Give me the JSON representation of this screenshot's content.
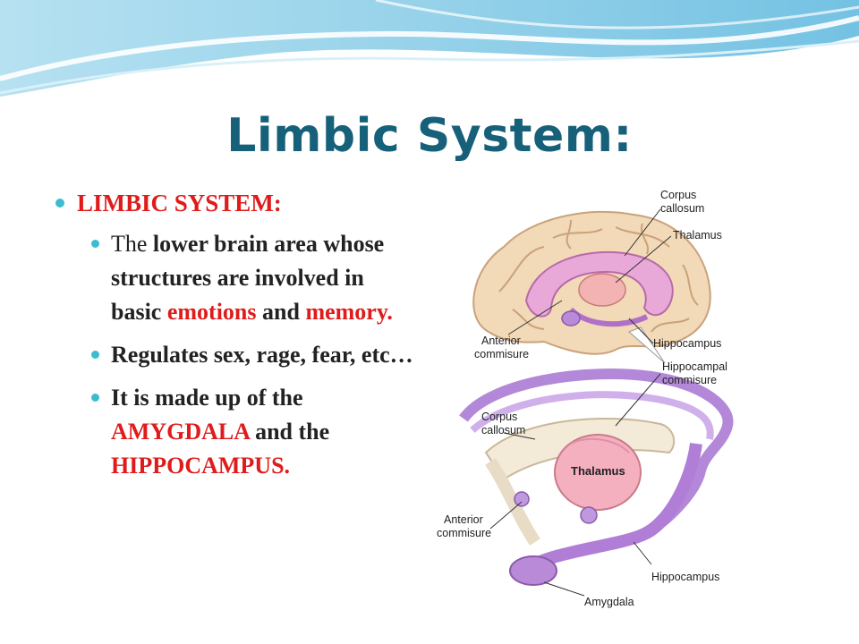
{
  "slide": {
    "title": "Limbic System:"
  },
  "content": {
    "heading": "LIMBIC SYSTEM:",
    "bullets": [
      {
        "parts": [
          {
            "text": "The ",
            "style": "normal"
          },
          {
            "text": "lower brain area whose structures are involved in basic ",
            "style": "bold"
          },
          {
            "text": "emotions",
            "style": "bold-red"
          },
          {
            "text": " and ",
            "style": "bold"
          },
          {
            "text": "memory.",
            "style": "bold-red"
          }
        ]
      },
      {
        "parts": [
          {
            "text": "Regulates sex, rage, fear, etc…",
            "style": "bold"
          }
        ]
      },
      {
        "parts": [
          {
            "text": "It is made up of the ",
            "style": "bold"
          },
          {
            "text": "AMYGDALA",
            "style": "bold-red"
          },
          {
            "text": " and the ",
            "style": "bold"
          },
          {
            "text": "HIPPOCAMPUS.",
            "style": "bold-red"
          }
        ]
      }
    ]
  },
  "diagram": {
    "top_labels": {
      "corpus_callosum_1": "Corpus",
      "corpus_callosum_2": "callosum",
      "thalamus": "Thalamus",
      "anterior_commisure_1": "Anterior",
      "anterior_commisure_2": "commisure",
      "hippocampus": "Hippocampus"
    },
    "bottom_labels": {
      "hippocampal_commisure_1": "Hippocampal",
      "hippocampal_commisure_2": "commisure",
      "corpus_callosum_1": "Corpus",
      "corpus_callosum_2": "callosum",
      "thalamus": "Thalamus",
      "anterior_commisure_1": "Anterior",
      "anterior_commisure_2": "commisure",
      "hippocampus": "Hippocampus",
      "amygdala": "Amygdala"
    }
  },
  "colors": {
    "title": "#17607a",
    "accent_red": "#e01b1b",
    "bullet": "#3bbdcf",
    "wave": "#8fd0e8"
  }
}
